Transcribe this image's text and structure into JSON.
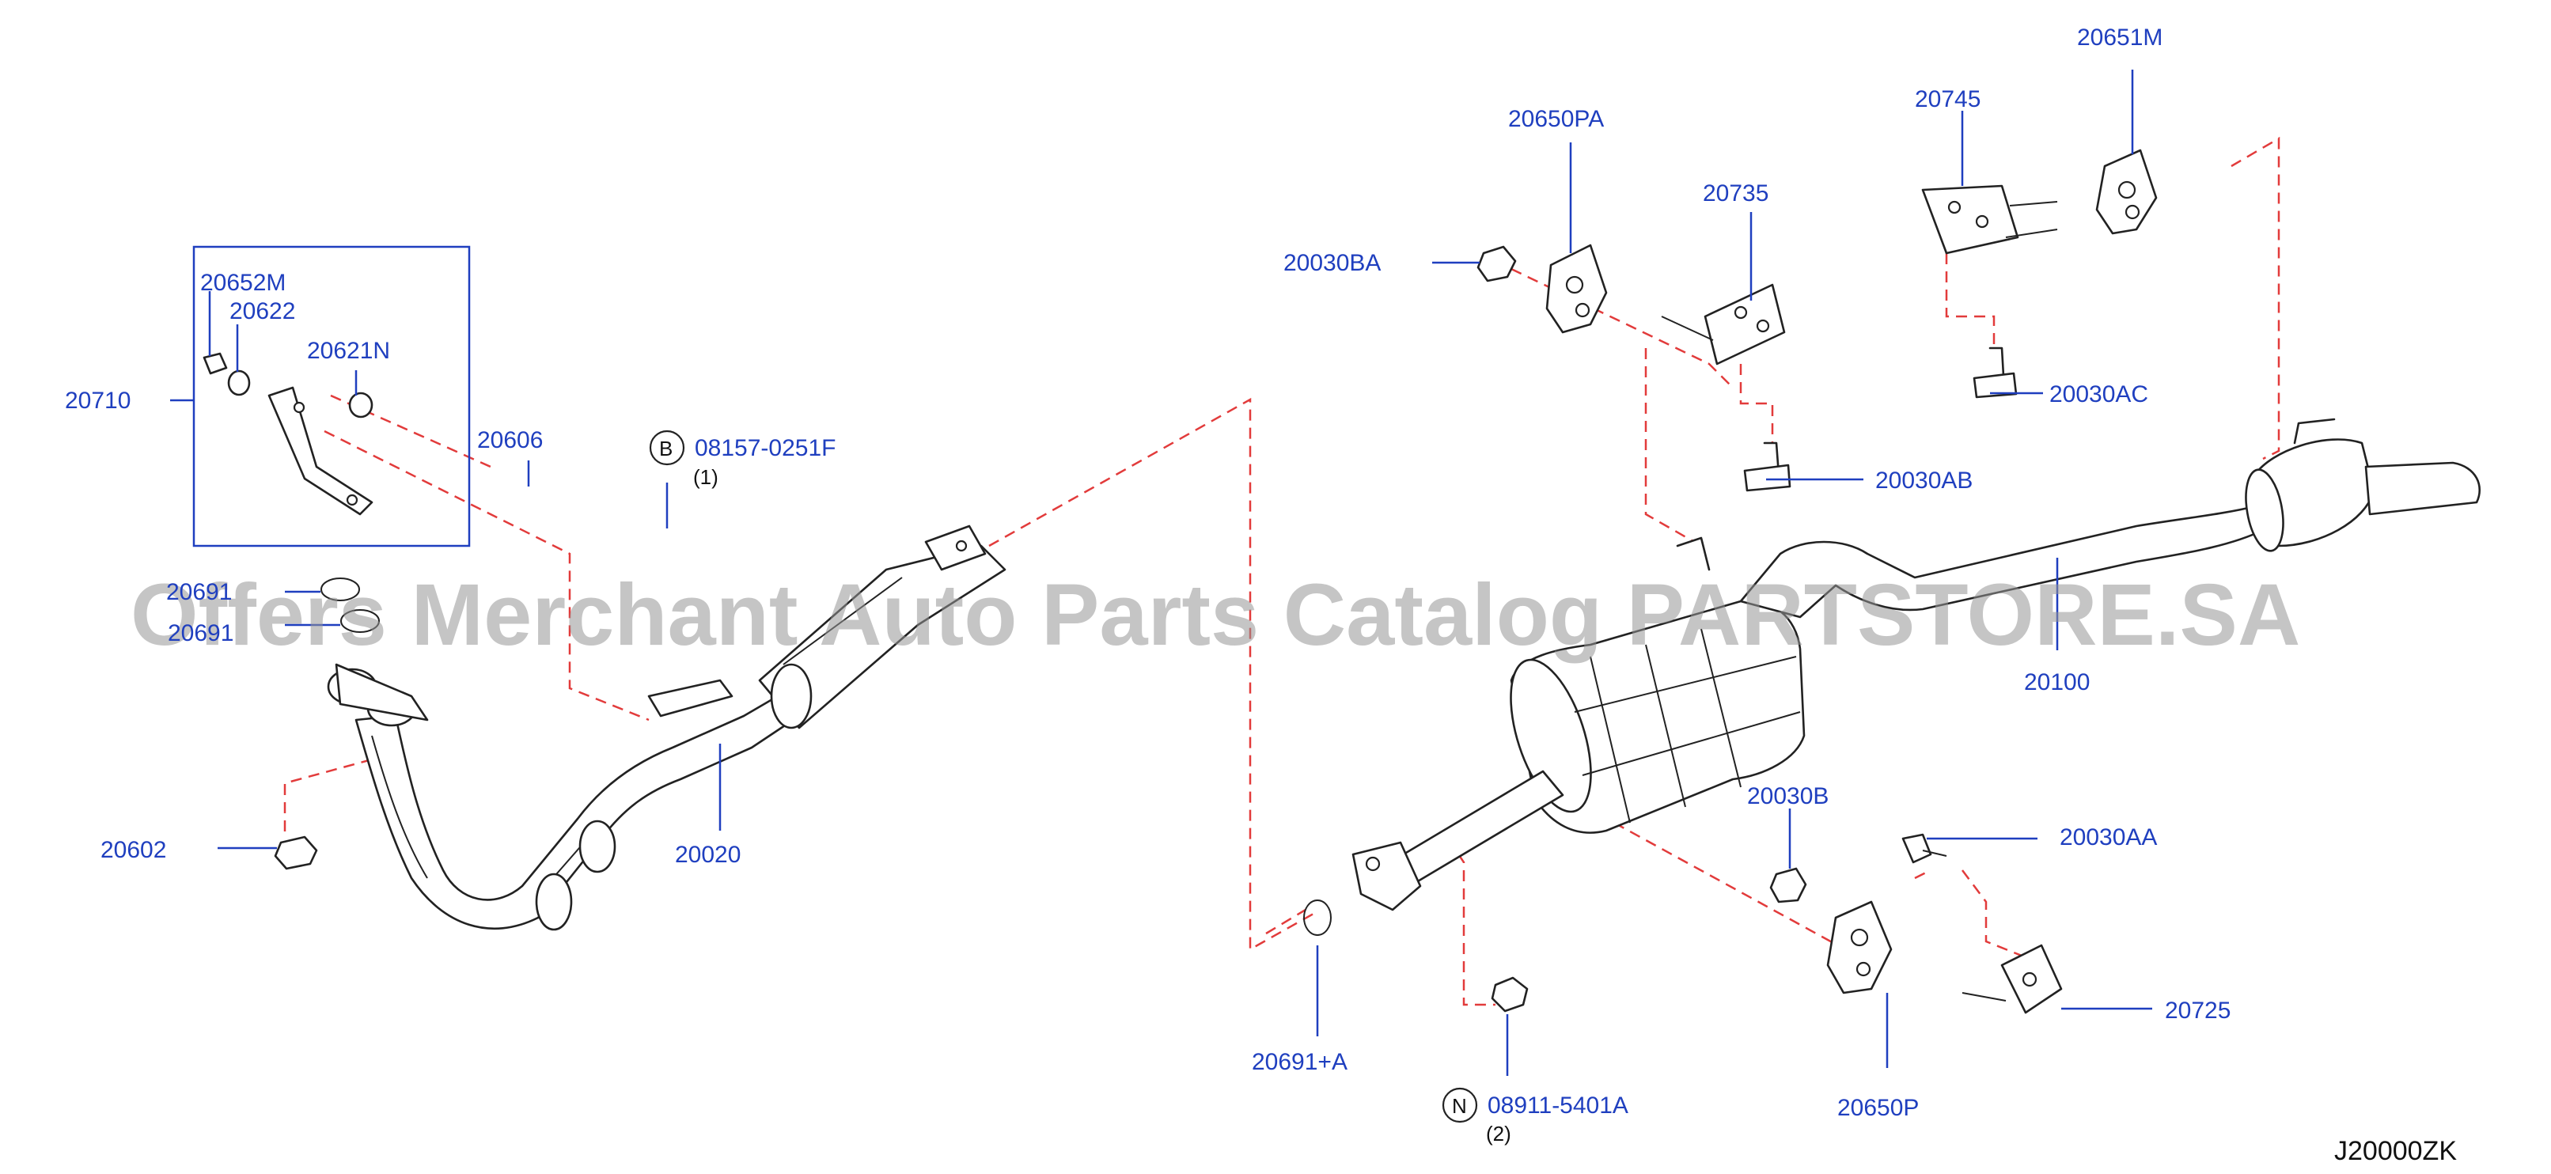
{
  "watermark": "Offers Merchant Auto Parts Catalog PARTSTORE.SA",
  "diagram_code": "J20000ZK",
  "colors": {
    "label": "#1f3fbf",
    "dash": "#e23b3b",
    "part": "#222222",
    "watermark": "#969696"
  },
  "labels": {
    "p20652M": "20652M",
    "p20622": "20622",
    "p20621N": "20621N",
    "p20710": "20710",
    "p20606": "20606",
    "p20691a": "20691",
    "p20691b": "20691",
    "p20602": "20602",
    "p20020": "20020",
    "p20691A": "20691+A",
    "p20030BA": "20030BA",
    "p20650PA": "20650PA",
    "p20735": "20735",
    "p20745": "20745",
    "p20651M": "20651M",
    "p20030AC": "20030AC",
    "p20030AB": "20030AB",
    "p20100": "20100",
    "p20030B": "20030B",
    "p20030AA": "20030AA",
    "p20725": "20725",
    "p20650P": "20650P"
  },
  "callouts": {
    "bolt": {
      "letter": "B",
      "part": "08157-0251F",
      "qty": "(1)"
    },
    "nut": {
      "letter": "N",
      "part": "08911-5401A",
      "qty": "(2)"
    }
  }
}
